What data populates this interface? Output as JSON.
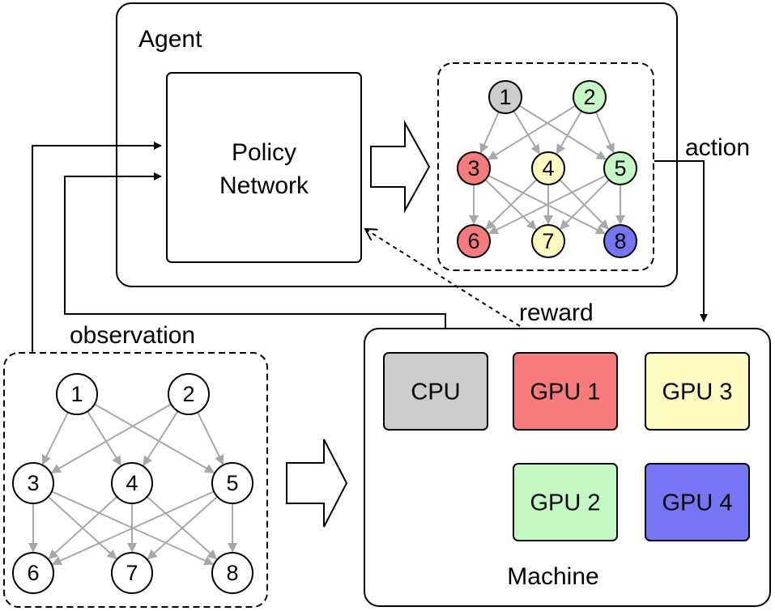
{
  "agent": {
    "label": "Agent",
    "policy_network": {
      "line1": "Policy",
      "line2": "Network"
    }
  },
  "action_label": "action",
  "reward_label": "reward",
  "observation_label": "observation",
  "machine": {
    "label": "Machine",
    "devices": [
      {
        "id": "cpu",
        "label": "CPU",
        "color": "#cccccc"
      },
      {
        "id": "gpu1",
        "label": "GPU 1",
        "color": "#f77b7b"
      },
      {
        "id": "gpu3",
        "label": "GPU 3",
        "color": "#fdfbc2"
      },
      {
        "id": "gpu2",
        "label": "GPU 2",
        "color": "#c4f9c4"
      },
      {
        "id": "gpu4",
        "label": "GPU 4",
        "color": "#7676f4"
      }
    ]
  },
  "graph": {
    "nodes": [
      "1",
      "2",
      "3",
      "4",
      "5",
      "6",
      "7",
      "8"
    ],
    "edges": [
      [
        "1",
        "3"
      ],
      [
        "1",
        "4"
      ],
      [
        "1",
        "5"
      ],
      [
        "2",
        "3"
      ],
      [
        "2",
        "4"
      ],
      [
        "2",
        "5"
      ],
      [
        "3",
        "6"
      ],
      [
        "3",
        "7"
      ],
      [
        "3",
        "8"
      ],
      [
        "4",
        "6"
      ],
      [
        "4",
        "7"
      ],
      [
        "4",
        "8"
      ],
      [
        "5",
        "6"
      ],
      [
        "5",
        "7"
      ],
      [
        "5",
        "8"
      ]
    ]
  },
  "placement_colors": {
    "1": "#cccccc",
    "2": "#c4f9c4",
    "3": "#f77b7b",
    "4": "#fdfbc2",
    "5": "#c4f9c4",
    "6": "#f77b7b",
    "7": "#fdfbc2",
    "8": "#7676f4"
  },
  "observation_node_color": "#ffffff"
}
